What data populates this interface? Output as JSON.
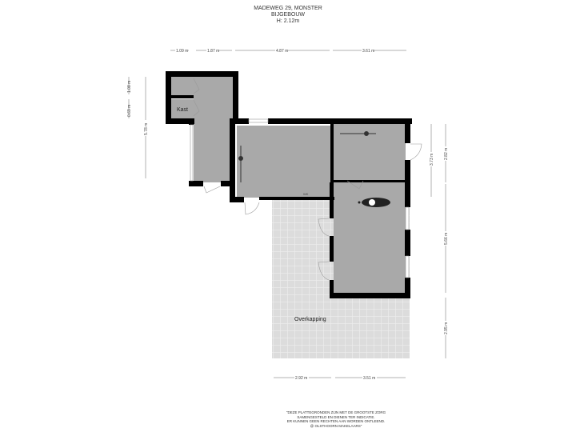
{
  "header": {
    "address": "MADEWEG 29, MONSTER",
    "building": "BIJGEBOUW",
    "height": "H: 2.12m"
  },
  "rooms": {
    "kast": "Kast",
    "wk": "WK",
    "overkapping": "Overkapping"
  },
  "dimensions": {
    "top": [
      "1.09 m",
      "1.87 m",
      "4.87 m",
      "3.61 m"
    ],
    "left": [
      "1.08 m",
      "0.69 m",
      "5.78 m"
    ],
    "right_inner": [
      "3.73 m"
    ],
    "right_outer": [
      "2.82 m",
      "5.66 m",
      "2.95 m"
    ],
    "bottom": [
      "2.92 m",
      "3.51 m"
    ]
  },
  "disclaimer": [
    "\"DEZE PLATTEGRONDEN ZIJN MET DE GROOTSTE ZORG",
    "SAMENGESTELD EN DIENEN TER INDICATIE.",
    "ER KUNNEN GEEN RECHTEN AAN WORDEN ONTLEEND.",
    "@ OLSTHOORN MAKELAARS\""
  ],
  "colors": {
    "room_fill": "#a9a9a9",
    "wall": "#000000",
    "terrace_fill": "#d9d9d9"
  }
}
